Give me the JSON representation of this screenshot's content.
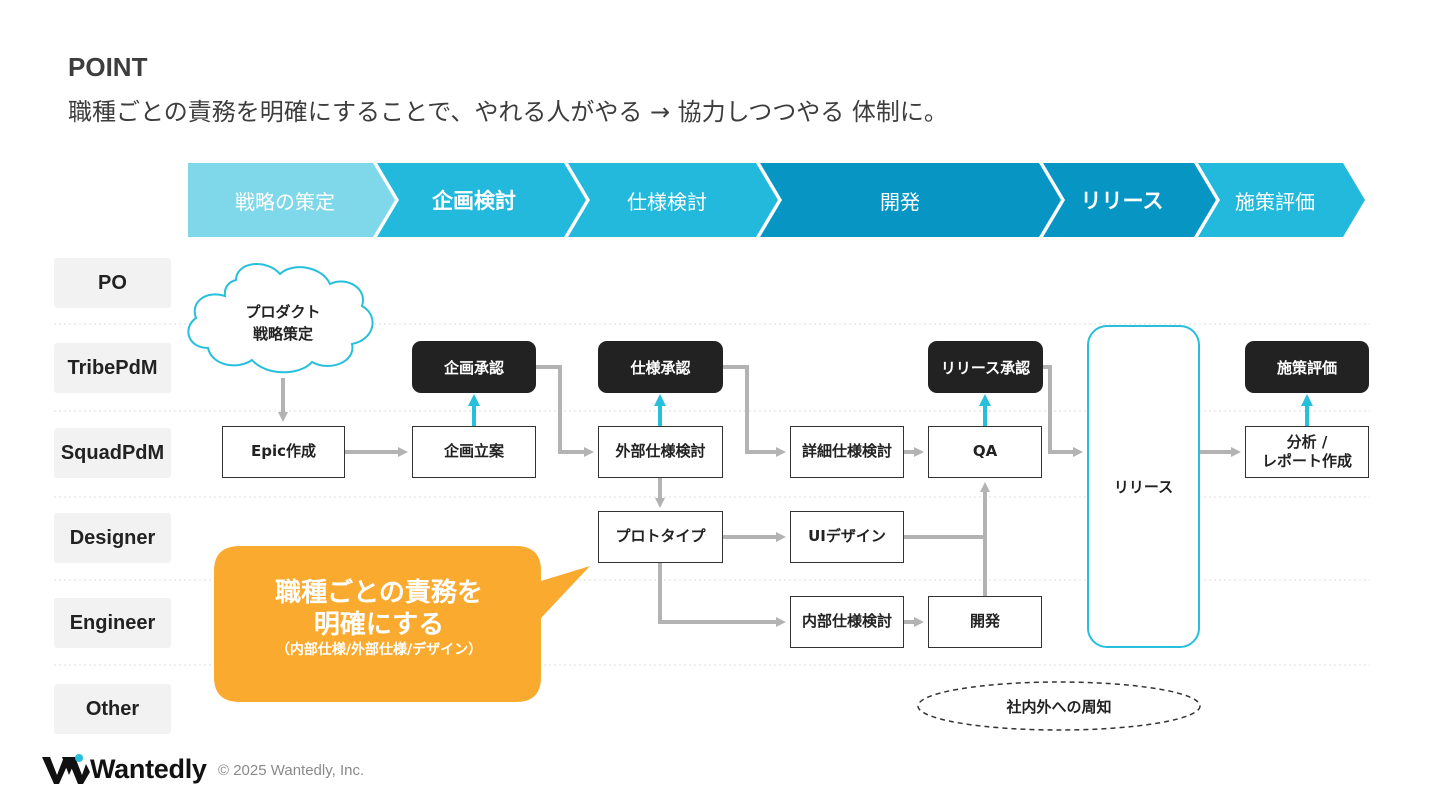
{
  "header": {
    "point_label": "POINT",
    "headline": "職種ごとの責務を明確にすることで、やれる人がやる → 協力しつつやる 体制に。"
  },
  "phases": [
    "戦略の策定",
    "企画検討",
    "仕様検討",
    "開発",
    "リリース",
    "施策評価"
  ],
  "lanes": [
    "PO",
    "TribePdM",
    "SquadPdM",
    "Designer",
    "Engineer",
    "Other"
  ],
  "nodes": {
    "cloud": "プロダクト\n戦略策定",
    "epic": "Epic作成",
    "kikaku_ritsuan": "企画立案",
    "gaibu_shiyou": "外部仕様検討",
    "shousai_shiyou": "詳細仕様検討",
    "qa": "QA",
    "bunseki": "分析 /\nレポート作成",
    "prototype": "プロトタイプ",
    "ui_design": "UIデザイン",
    "naibu_shiyou": "内部仕様検討",
    "kaihatsu": "開発",
    "release": "リリース",
    "kikaku_shounin": "企画承認",
    "shiyou_shounin": "仕様承認",
    "release_shounin": "リリース承認",
    "shisaku_hyouka": "施策評価",
    "shuchi": "社内外への周知"
  },
  "callout": {
    "line1": "職種ごとの責務を",
    "line2": "明確にする",
    "line3": "（内部仕様/外部仕様/デザイン）"
  },
  "footer": {
    "logo": "Wantedly",
    "copyright": "© 2025 Wantedly, Inc."
  },
  "colors": {
    "phase_light": "#7fd8ea",
    "phase_mid": "#22b9dc",
    "phase_dark": "#0796c4",
    "accent_cyan": "#26bfdc",
    "callout_orange": "#faab2f",
    "connector_gray": "#b3b3b3",
    "dark_box": "#222222"
  }
}
